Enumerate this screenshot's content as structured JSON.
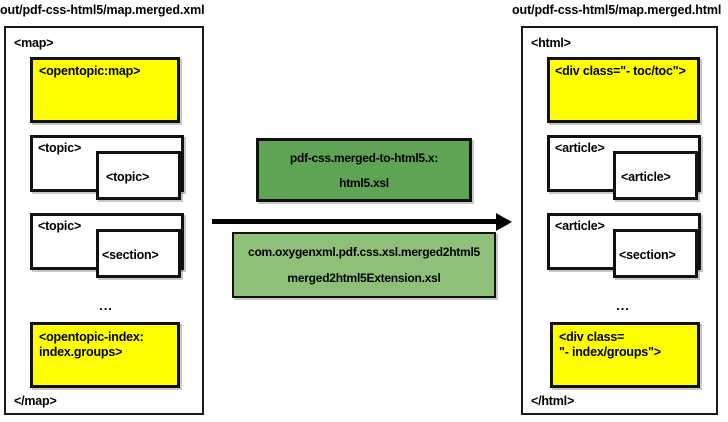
{
  "diagram": {
    "title_left": "out/pdf-css-html5/map.merged.xml",
    "title_right": "out/pdf-css-html5/map.merged.html",
    "ellipsis": "...",
    "colors": {
      "yellow": "#ffff00",
      "green_dark": "#5fa355",
      "green_light": "#8fc079",
      "outline": "#111111",
      "background": "#ffffff"
    },
    "left_column": {
      "root_open_tag": "<map>",
      "root_close_tag": "</map>",
      "nodes": [
        {
          "label": "<opentopic:map>",
          "style": "yellow"
        },
        {
          "label": "<topic>",
          "inner_label": "<topic>",
          "style": "plain"
        },
        {
          "label": "<topic>",
          "inner_label": "<section>",
          "style": "plain"
        },
        {
          "label": "<opentopic-index:\nindex.groups>",
          "style": "yellow"
        }
      ]
    },
    "right_column": {
      "root_open_tag": "<html>",
      "root_close_tag": "</html>",
      "nodes": [
        {
          "label": "<div class=\"- toc/toc\">",
          "style": "yellow"
        },
        {
          "label": "<article>",
          "inner_label": "<article>",
          "style": "plain"
        },
        {
          "label": "<article>",
          "inner_label": "<section>",
          "style": "plain"
        },
        {
          "label": "<div class=\n\"- index/groups\">",
          "style": "yellow"
        }
      ]
    },
    "transform": {
      "arrow_direction": "left-to-right",
      "boxes": [
        {
          "style": "green-dark",
          "line1": "pdf-css.merged-to-html5.x:",
          "line2": "html5.xsl"
        },
        {
          "style": "green-light",
          "line1": "com.oxygenxml.pdf.css.xsl.merged2html5",
          "line2": "merged2html5Extension.xsl"
        }
      ]
    }
  }
}
